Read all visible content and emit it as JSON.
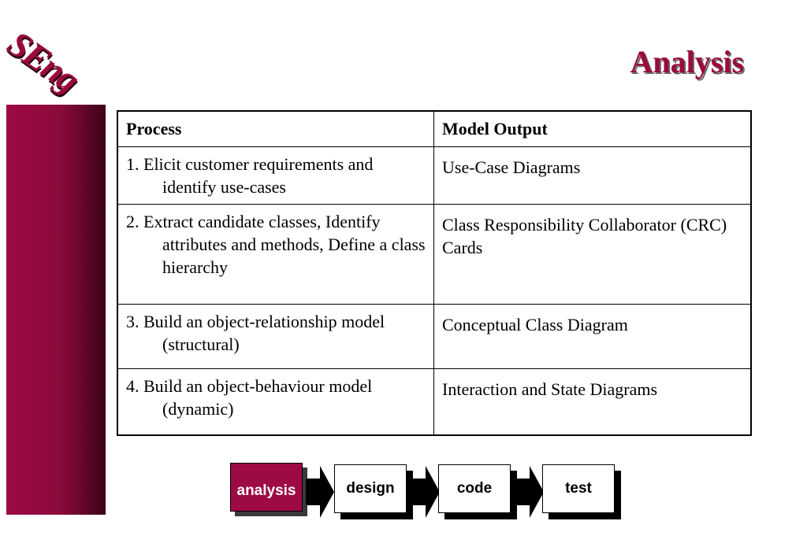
{
  "logo": {
    "text": "SEng"
  },
  "title": "Analysis",
  "table": {
    "headers": [
      "Process",
      "Model Output"
    ],
    "rows": [
      {
        "process": "1. Elicit customer requirements and identify use-cases",
        "output": "Use-Case Diagrams"
      },
      {
        "process": "2. Extract candidate classes, Identify attributes and methods, Define a class hierarchy",
        "output": "Class Responsibility Collaborator (CRC) Cards"
      },
      {
        "process": "3. Build an object-relationship model (structural)",
        "output": "Conceptual Class Diagram"
      },
      {
        "process": "4. Build an object-behaviour model (dynamic)",
        "output": "Interaction and State Diagrams"
      }
    ]
  },
  "flow": {
    "steps": [
      "analysis",
      "design",
      "code",
      "test"
    ],
    "active": "analysis"
  },
  "colors": {
    "accent": "#9e0a45",
    "shadow": "#000000"
  }
}
